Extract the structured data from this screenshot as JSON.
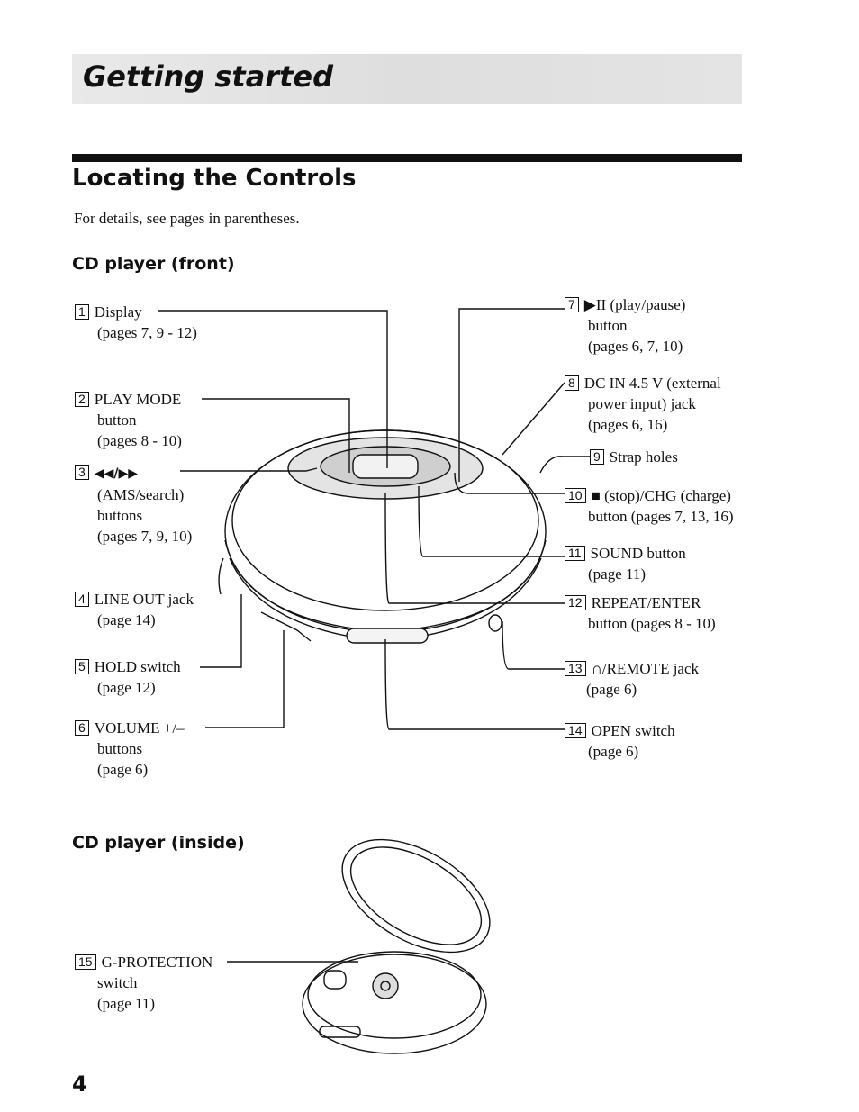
{
  "section_banner": "Getting started",
  "heading": "Locating the Controls",
  "intro": "For details, see pages in parentheses.",
  "front": {
    "title": "CD player (front)",
    "items": [
      {
        "num": "1",
        "lines": [
          "Display",
          "(pages 7, 9 - 12)"
        ]
      },
      {
        "num": "2",
        "lines": [
          "PLAY MODE",
          "button",
          "(pages 8 - 10)"
        ]
      },
      {
        "num": "3",
        "lines": [
          "◀◀/▶▶",
          "(AMS/search)",
          "buttons",
          "(pages 7, 9, 10)"
        ]
      },
      {
        "num": "4",
        "lines": [
          "LINE OUT jack",
          "(page 14)"
        ]
      },
      {
        "num": "5",
        "lines": [
          "HOLD switch",
          "(page 12)"
        ]
      },
      {
        "num": "6",
        "lines": [
          "VOLUME +/–",
          "buttons",
          "(page 6)"
        ]
      },
      {
        "num": "7",
        "lines": [
          "▶II (play/pause)",
          "button",
          "(pages 6, 7, 10)"
        ]
      },
      {
        "num": "8",
        "lines": [
          "DC IN 4.5 V (external",
          "power input) jack",
          "(pages 6, 16)"
        ]
      },
      {
        "num": "9",
        "lines": [
          "Strap holes"
        ]
      },
      {
        "num": "10",
        "lines": [
          "■ (stop)/CHG (charge)",
          "button (pages 7, 13, 16)"
        ]
      },
      {
        "num": "11",
        "lines": [
          "SOUND button",
          "(page 11)"
        ]
      },
      {
        "num": "12",
        "lines": [
          "REPEAT/ENTER",
          "button (pages 8 - 10)"
        ]
      },
      {
        "num": "13",
        "lines": [
          "∩/REMOTE jack",
          "(page 6)"
        ]
      },
      {
        "num": "14",
        "lines": [
          "OPEN switch",
          "(page 6)"
        ]
      }
    ]
  },
  "inside": {
    "title": "CD player (inside)",
    "items": [
      {
        "num": "15",
        "lines": [
          "G-PROTECTION",
          "switch",
          "(page 11)"
        ]
      }
    ]
  },
  "page_number": "4"
}
